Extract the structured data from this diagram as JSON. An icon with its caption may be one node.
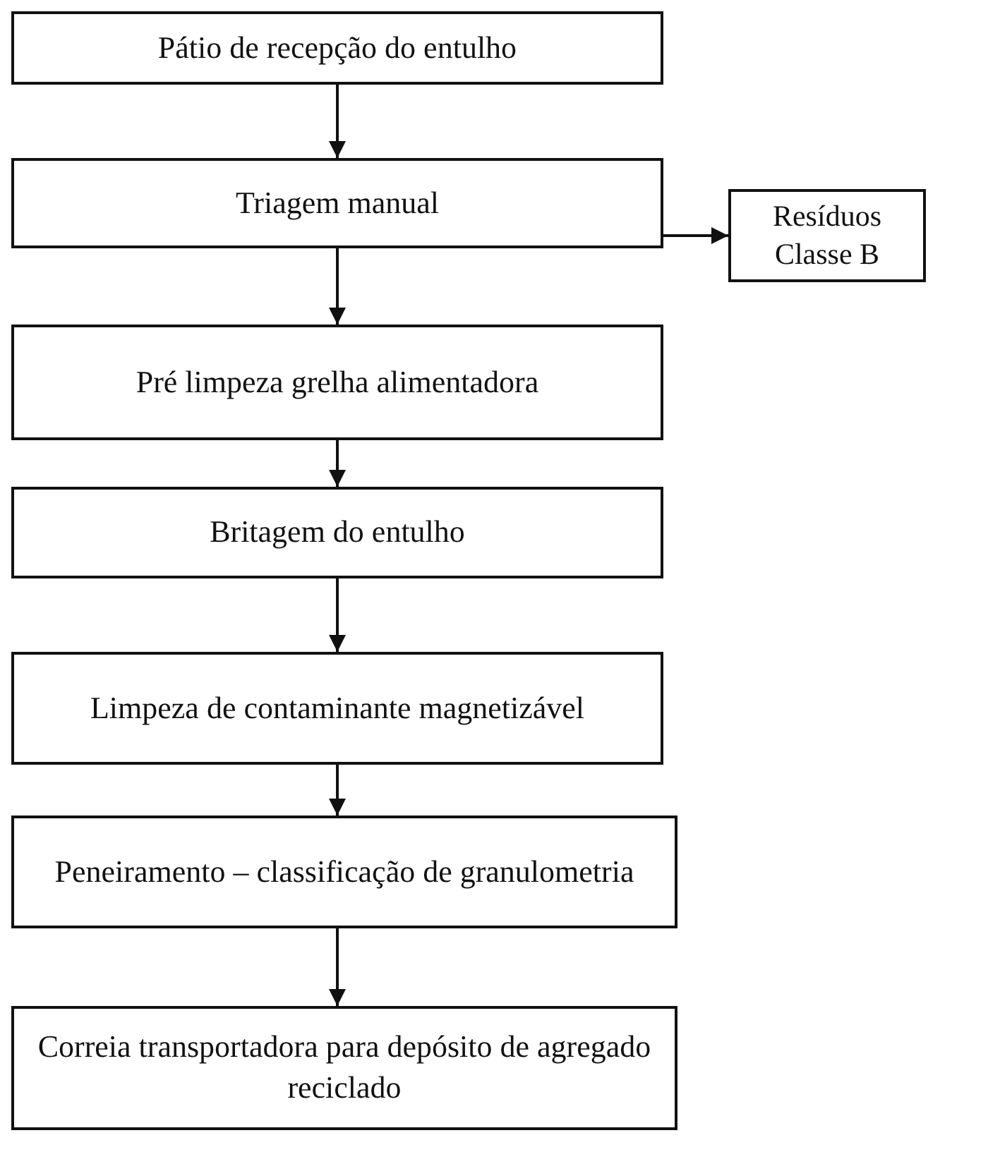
{
  "diagram": {
    "nodes": [
      {
        "text": [
          "Pátio de recepção do entulho"
        ]
      },
      {
        "text": [
          "Triagem manual"
        ]
      },
      {
        "text": [
          "Resíduos Classe B"
        ]
      },
      {
        "text": [
          "Pré limpeza grelha alimentadora"
        ]
      },
      {
        "text": [
          "Britagem do entulho"
        ]
      },
      {
        "text": [
          "Limpeza de contaminante magnetizável"
        ]
      },
      {
        "text": [
          "Peneiramento – classificação de granulometria"
        ]
      },
      {
        "text": [
          "Correia transportadora para depósito de agregado reciclado"
        ]
      }
    ],
    "edges": [
      {
        "from": 0,
        "to": 1,
        "arrow": "to"
      },
      {
        "from": 1,
        "to": 2,
        "arrow": "to"
      },
      {
        "from": 1,
        "to": 3,
        "arrow": "to"
      },
      {
        "from": 3,
        "to": 4,
        "arrow": "to"
      },
      {
        "from": 4,
        "to": 5,
        "arrow": "to"
      },
      {
        "from": 5,
        "to": 6,
        "arrow": "to"
      },
      {
        "from": 6,
        "to": 7,
        "arrow": "to"
      }
    ]
  }
}
